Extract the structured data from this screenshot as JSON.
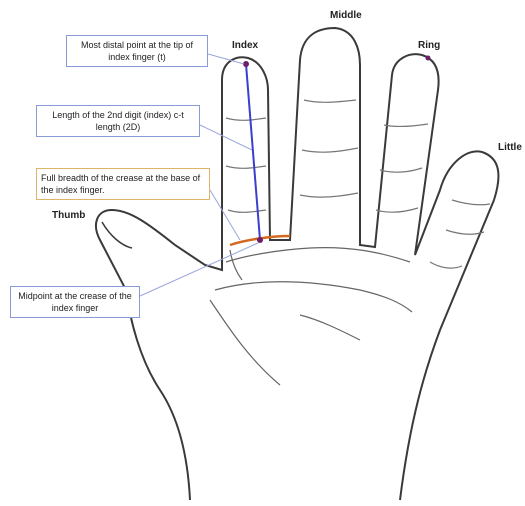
{
  "fingers": {
    "thumb": "Thumb",
    "index": "Index",
    "middle": "Middle",
    "ring": "Ring",
    "little": "Little"
  },
  "callouts": {
    "tip": "Most distal point at the tip of index finger (t)",
    "length": "Length of the 2nd digit (index) c-t length (2D)",
    "breadth": "Full breadth of the crease at the base of the index finger.",
    "midpoint": "Midpoint at the crease of the index finger"
  },
  "colors": {
    "outline": "#3a3a3a",
    "length_line": "#3a3fd0",
    "crease_line": "#d2691e",
    "tip_dot": "#6a1f6a",
    "callout_border_blue": "#8a9ad6",
    "callout_border_orange": "#e0b36a"
  }
}
